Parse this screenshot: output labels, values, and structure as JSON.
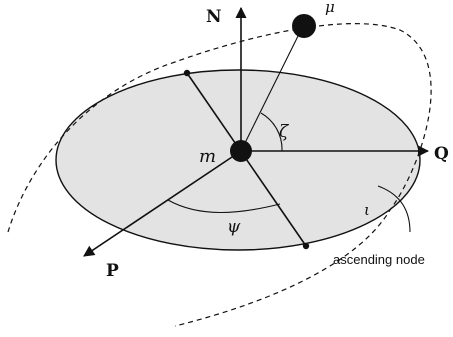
{
  "diagram": {
    "labels": {
      "N": "N",
      "mu": "μ",
      "Q": "Q",
      "m": "m",
      "zeta": "ζ",
      "psi": "ψ",
      "iota": "ι",
      "P": "P",
      "ascending_node": "ascending node"
    },
    "colors": {
      "plane_fill": "#e3e3e3",
      "stroke": "#111111",
      "text": "#111111",
      "background": "#ffffff"
    }
  }
}
